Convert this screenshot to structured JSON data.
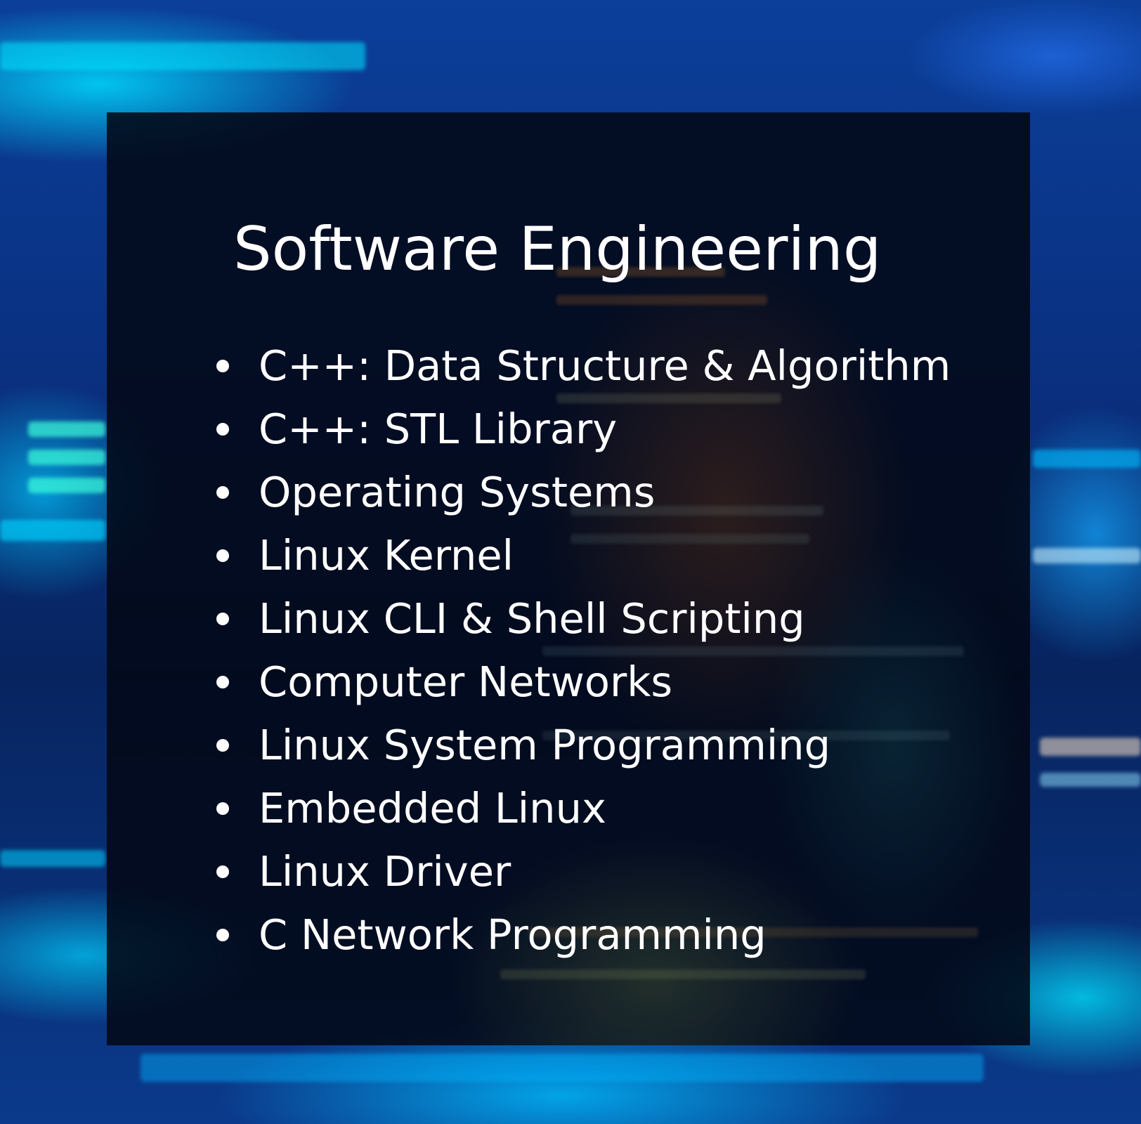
{
  "title": "Software Engineering",
  "skills": [
    "C++: Data Structure & Algorithm",
    "C++: STL Library",
    "Operating Systems",
    "Linux Kernel",
    "Linux CLI & Shell Scripting",
    "Computer Networks",
    "Linux System Programming",
    "Embedded Linux",
    "Linux Driver",
    "C Network Programming"
  ],
  "colors": {
    "text": "#ffffff",
    "accent": "#00d8ff",
    "panel": "#020816"
  }
}
